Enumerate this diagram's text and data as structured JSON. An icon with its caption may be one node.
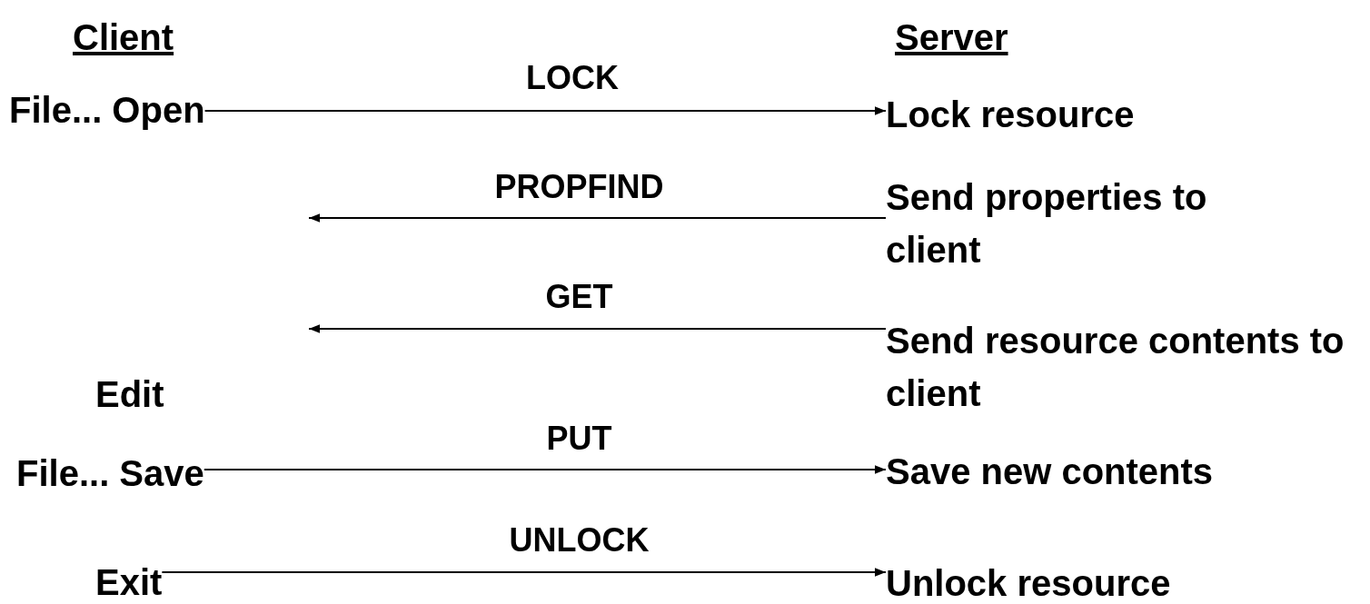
{
  "diagram": {
    "nodes": [
      {
        "text": [
          "File... Open"
        ]
      },
      {
        "text": [
          "Lock resource"
        ]
      },
      {
        "text": [
          "Send properties to client"
        ]
      },
      {
        "text": [
          "Send resource contents to client"
        ]
      },
      {
        "text": [
          "File... Save"
        ]
      },
      {
        "text": [
          "Save new contents"
        ]
      },
      {
        "text": [
          "Exit"
        ]
      },
      {
        "text": [
          "Unlock resource"
        ]
      }
    ],
    "edges": [
      {
        "from": 0,
        "to": 1,
        "arrow": "to",
        "label": "LOCK"
      },
      {
        "from": 2,
        "to": null,
        "arrow": "to",
        "label": "PROPFIND"
      },
      {
        "from": 3,
        "to": null,
        "arrow": "to",
        "label": "GET"
      },
      {
        "from": 4,
        "to": 5,
        "arrow": "to",
        "label": "PUT"
      },
      {
        "from": 6,
        "to": 7,
        "arrow": "to",
        "label": "UNLOCK"
      }
    ],
    "labels": [
      "Client",
      "Server",
      "Edit"
    ]
  }
}
